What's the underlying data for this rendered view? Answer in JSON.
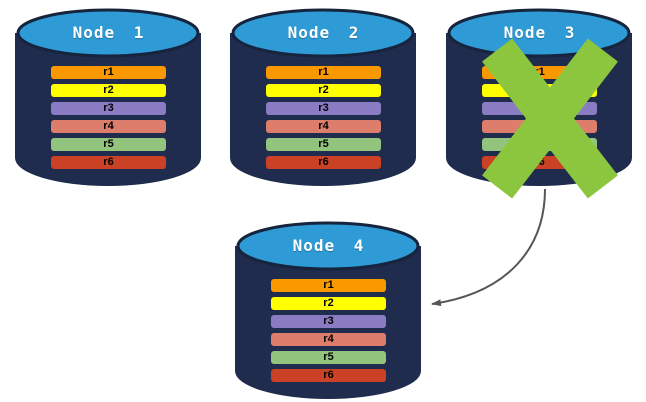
{
  "diagram": {
    "styles": {
      "background": "#FFFFFF",
      "cylinder_body": "#1F2C4E",
      "cylinder_top": "#2E9BD6",
      "cylinder_top_stroke": "#16243E",
      "x_mark": "#8CC63F",
      "arrow": "#555555",
      "record_text": "#000000",
      "label_text": "#FFFFFF"
    },
    "nodes": [
      {
        "label": "Node 1",
        "crossed_out": false,
        "records": [
          {
            "label": "r1",
            "color": "#FA9800"
          },
          {
            "label": "r2",
            "color": "#FFFF00"
          },
          {
            "label": "r3",
            "color": "#8A7CC2"
          },
          {
            "label": "r4",
            "color": "#DC7E6B"
          },
          {
            "label": "r5",
            "color": "#93C47D"
          },
          {
            "label": "r6",
            "color": "#CB4125"
          }
        ]
      },
      {
        "label": "Node 2",
        "crossed_out": false,
        "records": [
          {
            "label": "r1",
            "color": "#FA9800"
          },
          {
            "label": "r2",
            "color": "#FFFF00"
          },
          {
            "label": "r3",
            "color": "#8A7CC2"
          },
          {
            "label": "r4",
            "color": "#DC7E6B"
          },
          {
            "label": "r5",
            "color": "#93C47D"
          },
          {
            "label": "r6",
            "color": "#CB4125"
          }
        ]
      },
      {
        "label": "Node 3",
        "crossed_out": true,
        "records": [
          {
            "label": "r1",
            "color": "#FA9800"
          },
          {
            "label": "r2",
            "color": "#FFFF00"
          },
          {
            "label": "r3",
            "color": "#8A7CC2"
          },
          {
            "label": "r4",
            "color": "#DC7E6B"
          },
          {
            "label": "r5",
            "color": "#93C47D"
          },
          {
            "label": "r6",
            "color": "#CB4125"
          }
        ]
      },
      {
        "label": "Node 4",
        "crossed_out": false,
        "records": [
          {
            "label": "r1",
            "color": "#FA9800"
          },
          {
            "label": "r2",
            "color": "#FFFF00"
          },
          {
            "label": "r3",
            "color": "#8A7CC2"
          },
          {
            "label": "r4",
            "color": "#DC7E6B"
          },
          {
            "label": "r5",
            "color": "#93C47D"
          },
          {
            "label": "r6",
            "color": "#CB4125"
          }
        ]
      }
    ],
    "arrow": {
      "from": "Node 3",
      "to": "Node 4"
    }
  }
}
